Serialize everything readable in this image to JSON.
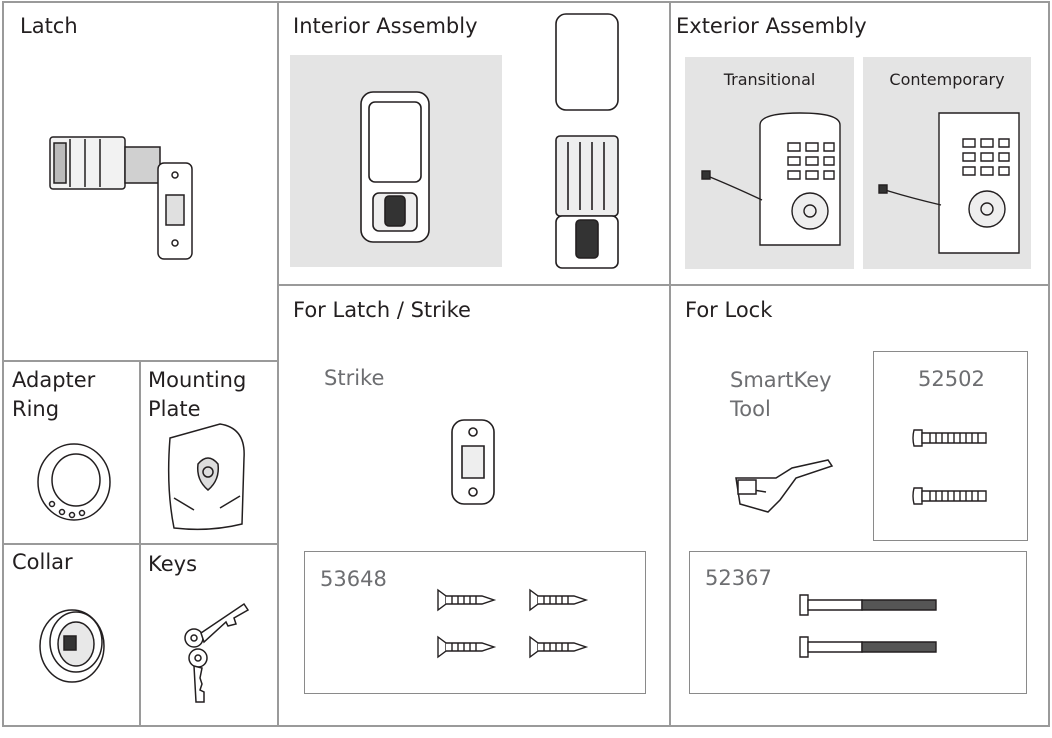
{
  "sections": {
    "latch": "Latch",
    "interior_assembly": "Interior Assembly",
    "exterior_assembly": "Exterior Assembly",
    "for_latch_strike": "For Latch / Strike",
    "for_lock": "For Lock",
    "adapter_ring": [
      "Adapter",
      "Ring"
    ],
    "mounting_plate": [
      "Mounting",
      "Plate"
    ],
    "collar": "Collar",
    "keys": "Keys"
  },
  "exterior_styles": [
    "Transitional",
    "Contemporary"
  ],
  "latch_strike": {
    "strike_label": "Strike",
    "screw_pack_number": "53648"
  },
  "lock": {
    "tool_label": [
      "SmartKey",
      "Tool"
    ],
    "short_screw_pack_number": "52502",
    "long_screw_pack_number": "52367"
  },
  "colors": {
    "grid_line": "#9a9a9a",
    "panel_shade": "#e4e4e4",
    "ink": "#231f20",
    "grey_text": "#6d6e71"
  },
  "icons": [
    "latch-icon",
    "interior-lock-icon",
    "battery-pack-icon",
    "keypad-lock-icon",
    "adapter-ring-icon",
    "mounting-plate-icon",
    "collar-icon",
    "keys-icon",
    "strike-plate-icon",
    "screw-icon",
    "smartkey-tool-icon",
    "bolt-icon"
  ]
}
